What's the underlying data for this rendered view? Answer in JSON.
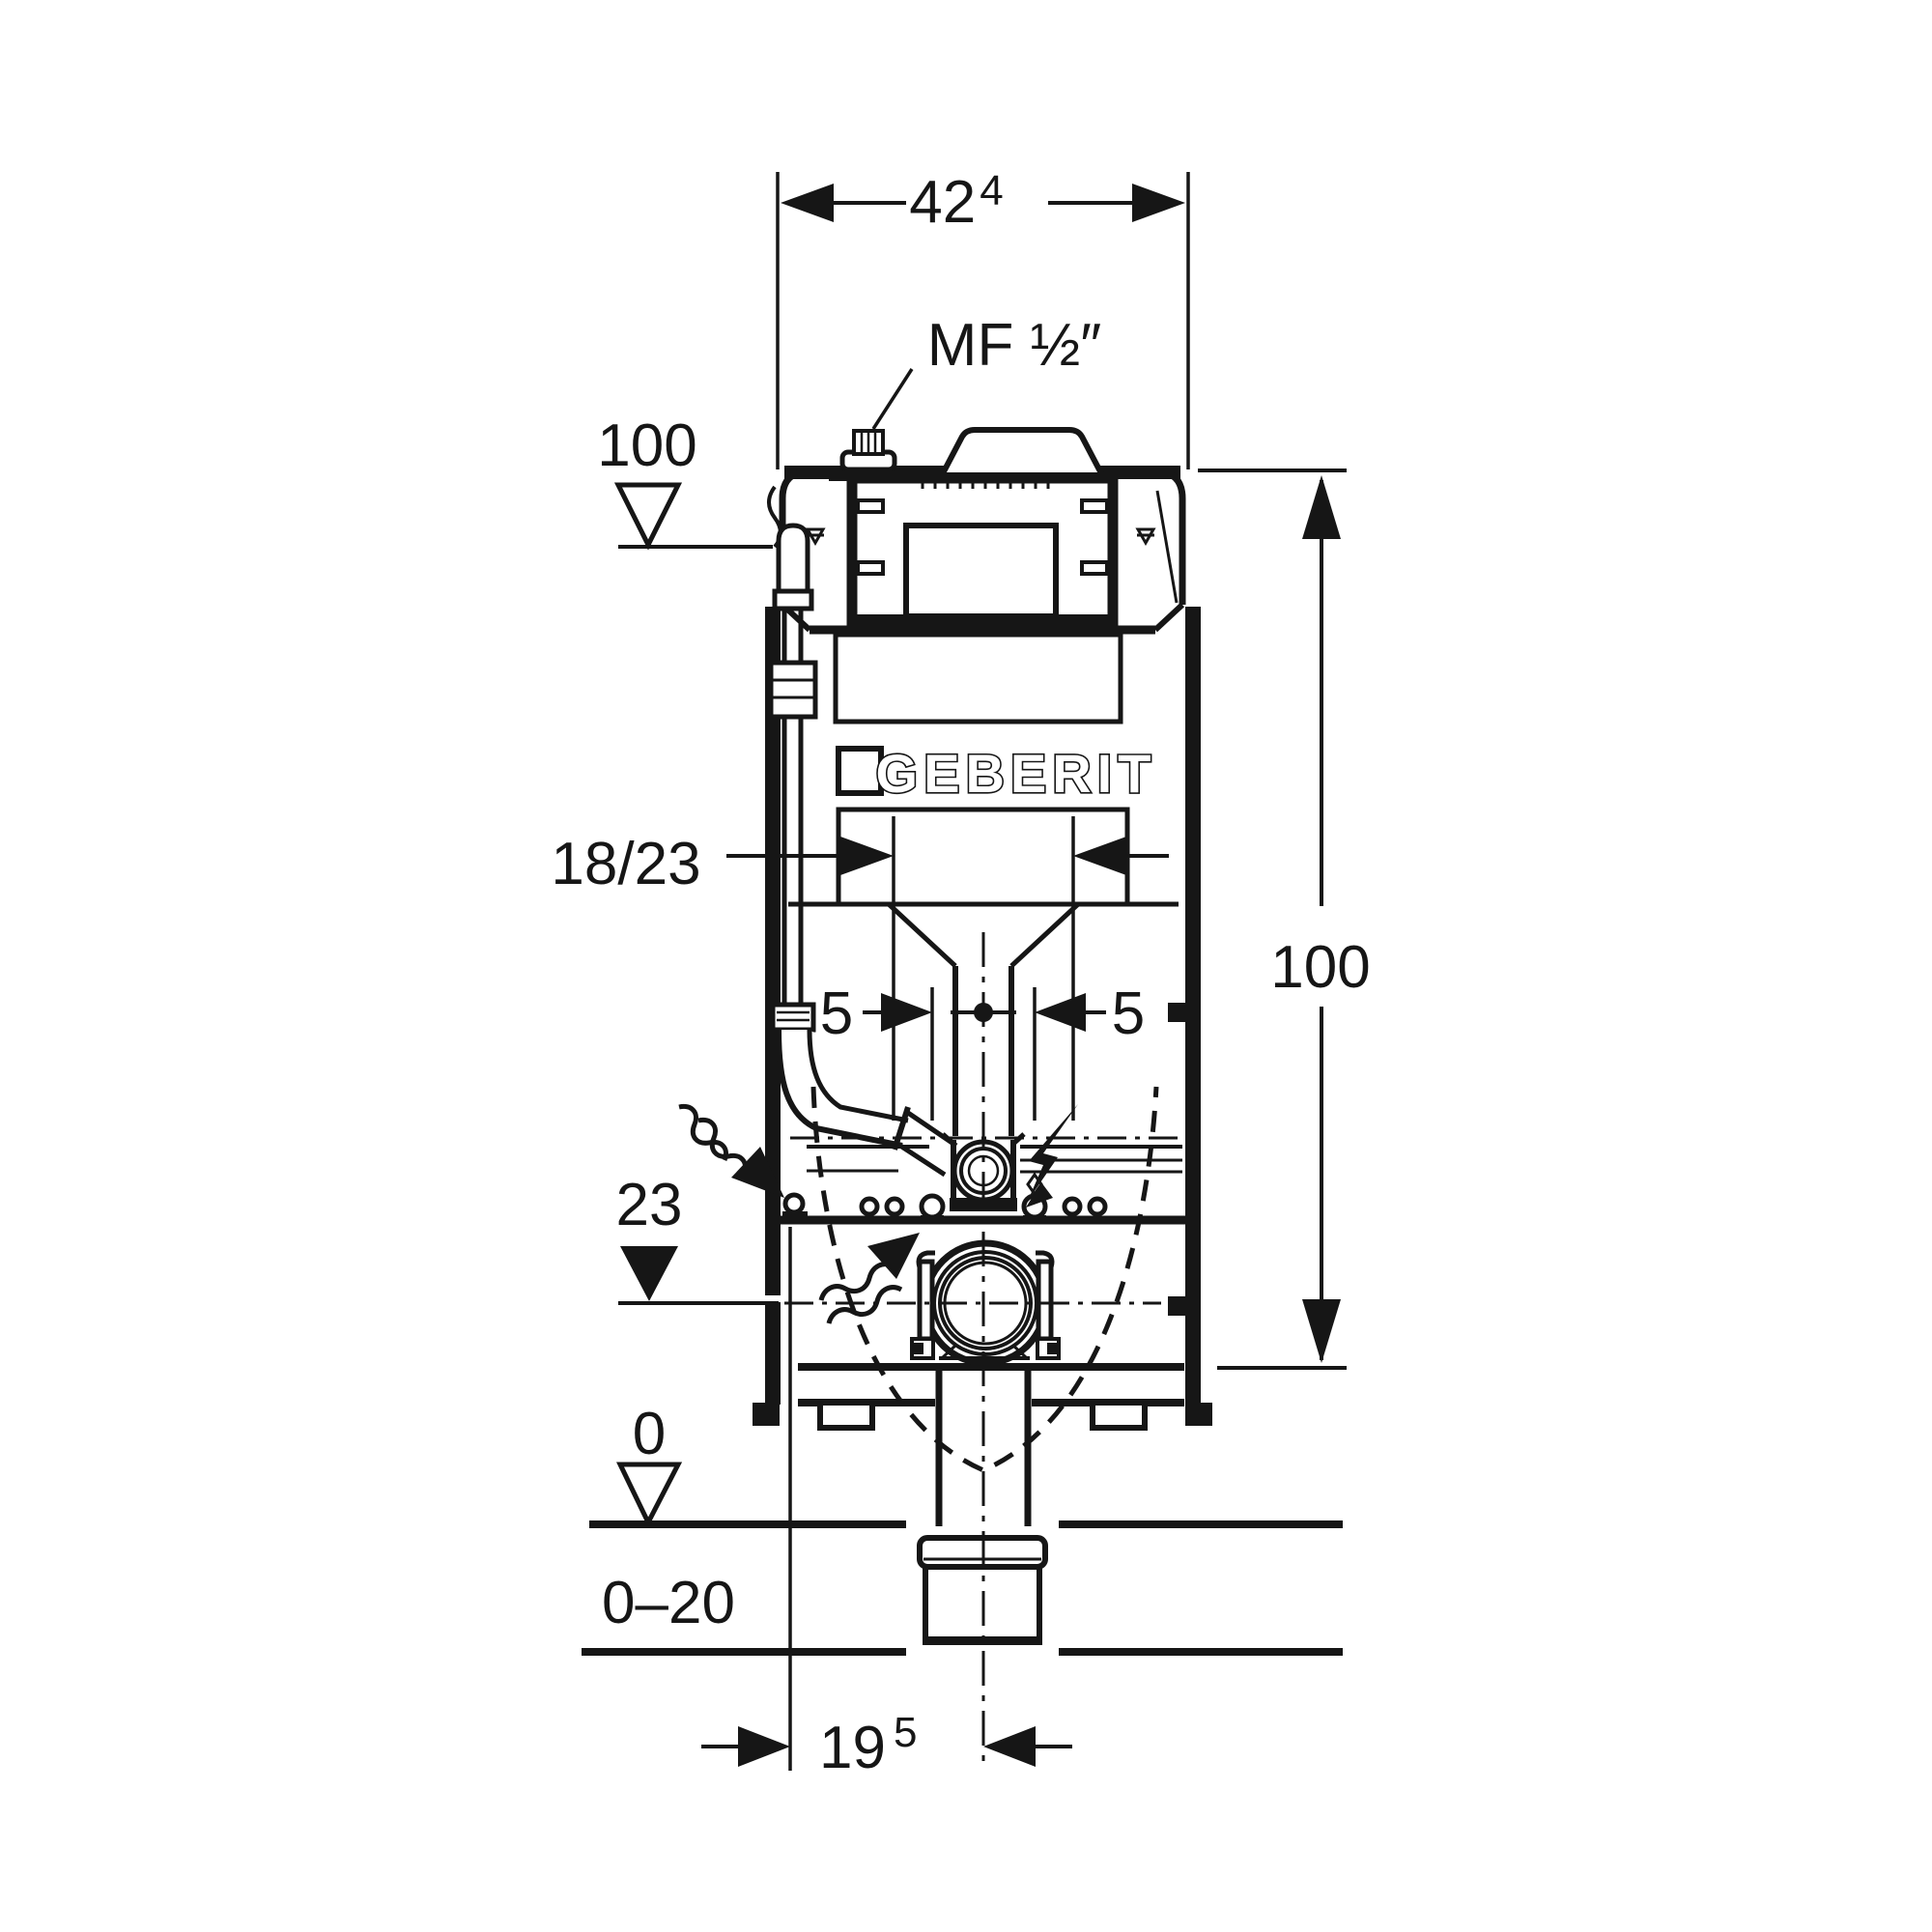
{
  "drawing": {
    "type": "installation-dimension-drawing",
    "brand": {
      "logo_text": "GEBERIT"
    },
    "labels": {
      "width_value": "42",
      "width_sup": "4",
      "connection": "MF ½″",
      "supply_level": "100",
      "frame_height": "100",
      "pipe_depth": "18/23",
      "offset_left": "5",
      "offset_right": "5",
      "outlet_level": "23",
      "floor_level": "0",
      "floor_range": "0–20",
      "outlet_distance": "19",
      "outlet_distance_sup": "5"
    },
    "colors": {
      "ink": "#161616",
      "background": "#ffffff"
    }
  }
}
